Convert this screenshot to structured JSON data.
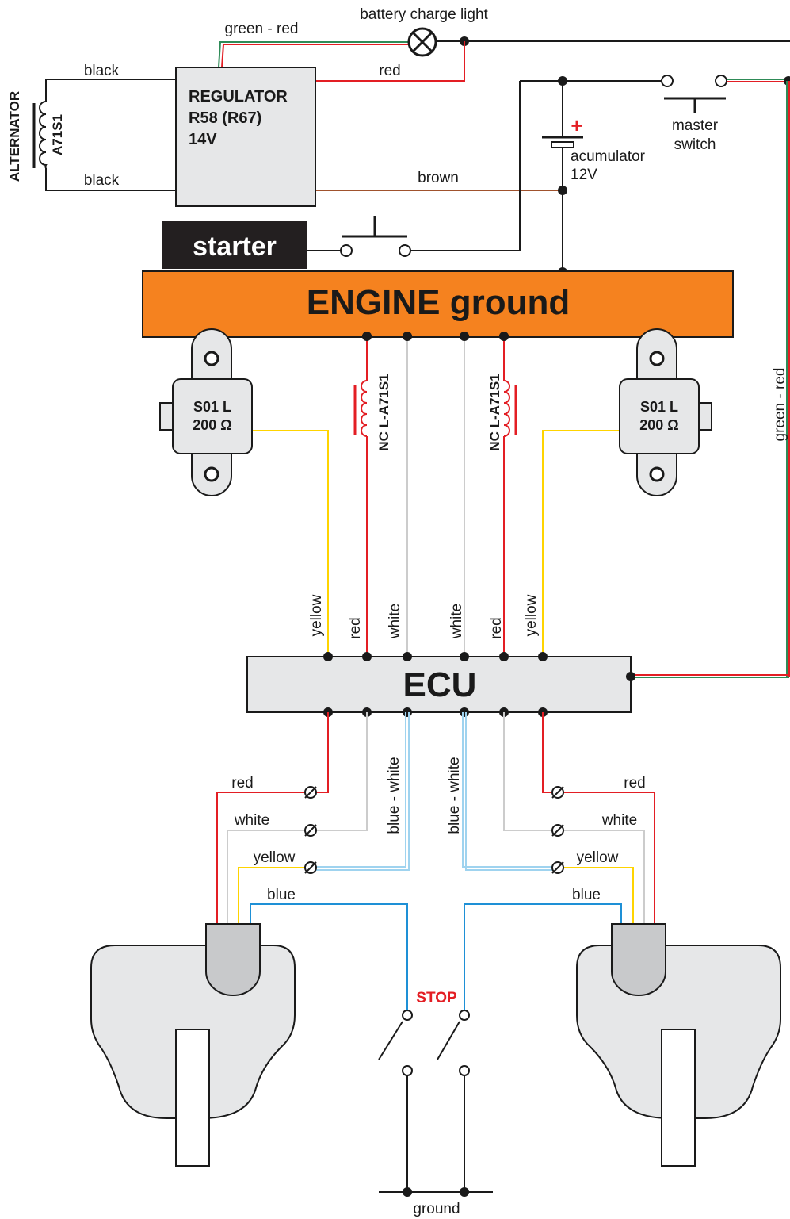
{
  "labels": {
    "battery_light": "battery charge light",
    "green_red_top": "green - red",
    "green_red_side": "green - red",
    "black_top": "black",
    "black_bottom": "black",
    "red_top": "red",
    "brown": "brown",
    "alternator": "ALTERNATOR",
    "alternator_coil": "A71S1",
    "regulator_line1": "REGULATOR",
    "regulator_line2": "R58 (R67)",
    "regulator_line3": "14V",
    "accumulator_line1": "acumulator",
    "accumulator_line2": "12V",
    "plus": "+",
    "master_line1": "master",
    "master_line2": "switch",
    "starter": "starter",
    "engine_ground": "ENGINE ground",
    "sensor_left_line1": "S01 L",
    "sensor_left_line2": "200 Ω",
    "sensor_right_line1": "S01 L",
    "sensor_right_line2": "200 Ω",
    "coil_left": "NC L-A71S1",
    "coil_right": "NC L-A71S1",
    "ecu": "ECU",
    "ecu_in": [
      "yellow",
      "red",
      "white",
      "white",
      "red",
      "yellow"
    ],
    "blue_white_left": "blue - white",
    "blue_white_right": "blue - white",
    "left_conn": [
      "red",
      "white",
      "yellow",
      "blue"
    ],
    "right_conn": [
      "red",
      "white",
      "yellow",
      "blue"
    ],
    "stop": "STOP",
    "ground": "ground"
  },
  "colors": {
    "engine": "#f5821f",
    "regulator": "#e6e7e8",
    "ecu": "#e6e7e8",
    "wire_red": "#e31e24",
    "wire_yellow": "#ffd400",
    "wire_white": "#cccccc",
    "wire_blue": "#1e90d6",
    "wire_brown": "#a0522d",
    "wire_green": "#2e8b57",
    "stop_text": "#e31e24",
    "plus_sign": "#e31e24"
  }
}
